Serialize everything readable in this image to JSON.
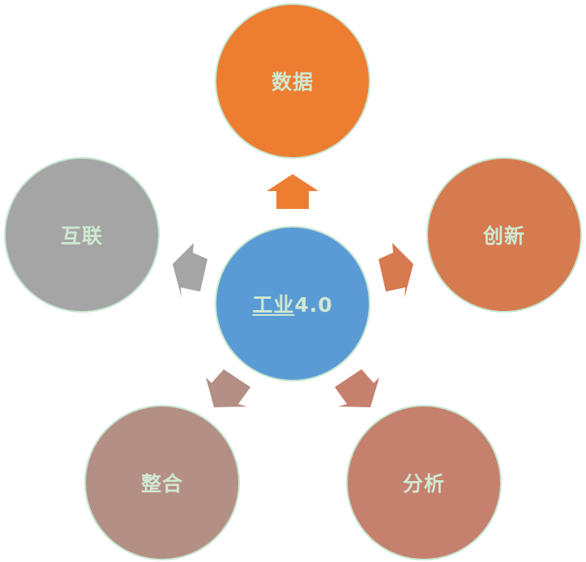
{
  "diagram": {
    "type": "radial-cycle",
    "center": {
      "label_part1": "工业",
      "label_part2": "4.0",
      "color": "#5b9bd5"
    },
    "nodes": [
      {
        "id": "top",
        "label": "数据",
        "color": "#ed7d31",
        "arrow_color": "#ed7d31"
      },
      {
        "id": "right",
        "label": "创新",
        "color": "#d67a50",
        "arrow_color": "#d67a50"
      },
      {
        "id": "bottom-right",
        "label": "分析",
        "color": "#c5806e",
        "arrow_color": "#c5806e"
      },
      {
        "id": "bottom-left",
        "label": "整合",
        "color": "#b48f86",
        "arrow_color": "#b48f86"
      },
      {
        "id": "left",
        "label": "互联",
        "color": "#a5a5a5",
        "arrow_color": "#a5a5a5"
      }
    ],
    "text_color": "#cfe9d2",
    "border_color": "#c6e6cf"
  }
}
